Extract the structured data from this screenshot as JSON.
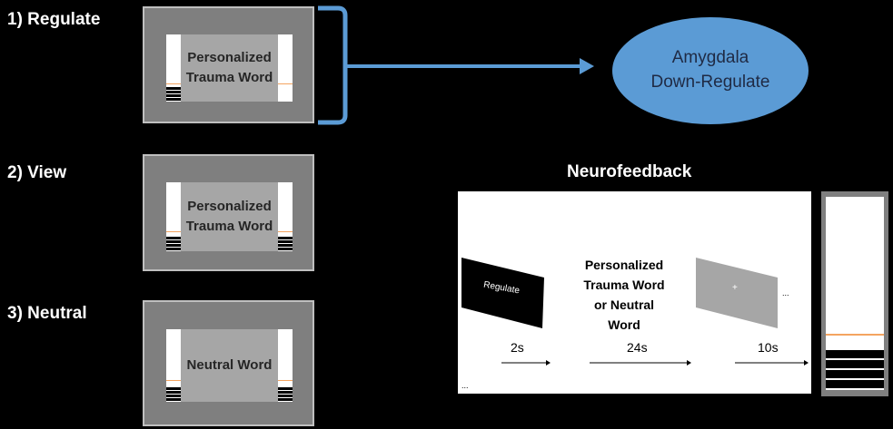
{
  "conditions": [
    {
      "label": "1) Regulate",
      "word_line1": "Personalized",
      "word_line2": "Trauma Word"
    },
    {
      "label": "2) View",
      "word_line1": "Personalized",
      "word_line2": "Trauma Word"
    },
    {
      "label": "3) Neutral",
      "word_line1": "Neutral Word",
      "word_line2": ""
    }
  ],
  "outcome": {
    "line1": "Amygdala",
    "line2": "Down-Regulate"
  },
  "neurofeedback": {
    "title": "Neurofeedback",
    "cue_text": "Regulate",
    "stim_line1": "Personalized",
    "stim_line2": "Trauma Word",
    "stim_line3": "or Neutral",
    "stim_line4": "Word",
    "fixation": "+",
    "ellipsis": "...",
    "durations": [
      "2s",
      "24s",
      "10s"
    ],
    "footer_ellipsis": "..."
  },
  "colors": {
    "background": "#000000",
    "bracket_arrow": "#5b9bd5",
    "ellipse_fill": "#5b9bd5",
    "threshold_line": "#f4a460"
  }
}
